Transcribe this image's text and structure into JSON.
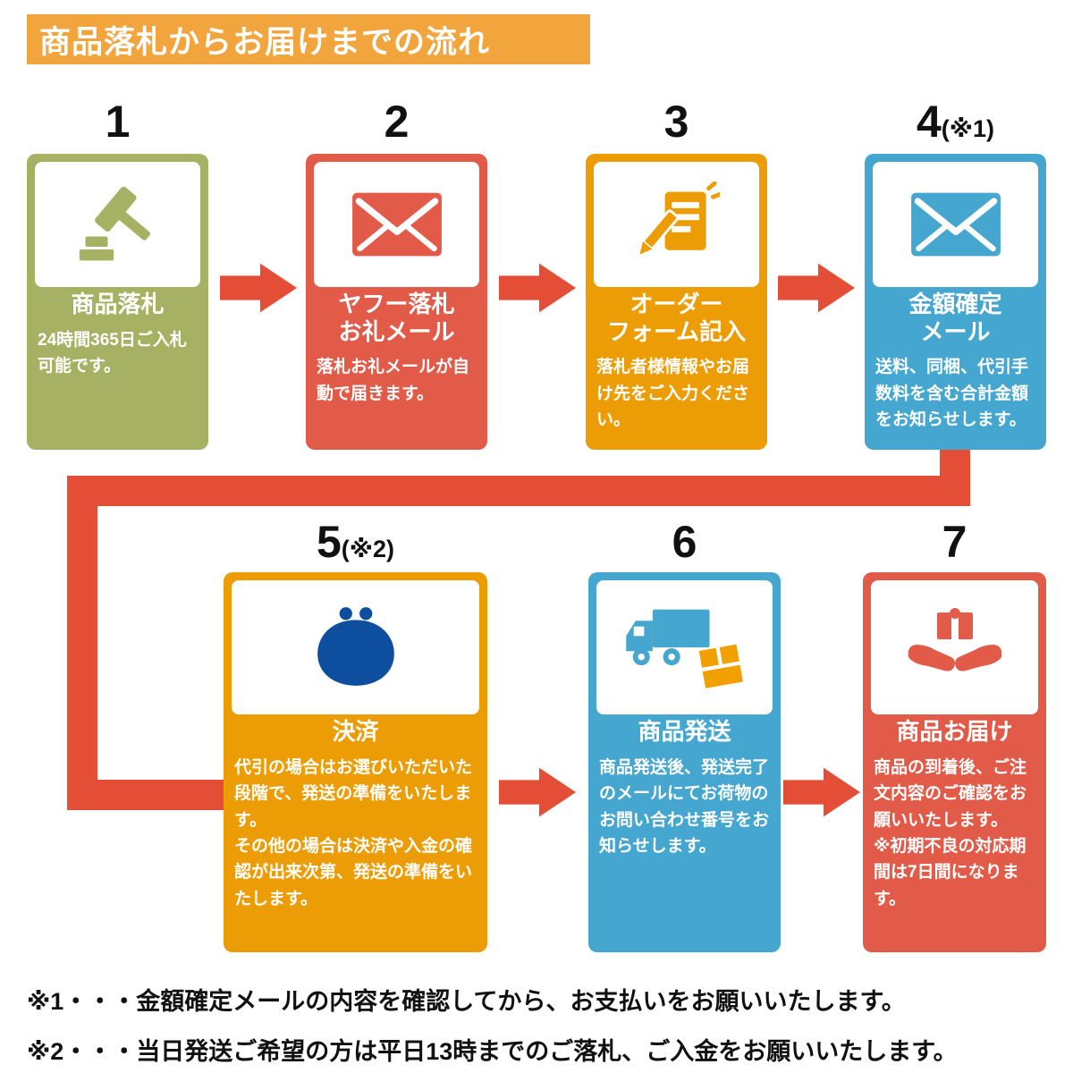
{
  "header": {
    "title": "商品落札からお届けまでの流れ"
  },
  "steps": [
    {
      "number": "1",
      "number_note": "",
      "label": "商品落札",
      "desc": "24時間365日ご入札可能です。",
      "icon": "gavel-icon",
      "color": "#A6B163"
    },
    {
      "number": "2",
      "number_note": "",
      "label": "ヤフー落札\nお礼メール",
      "desc": "落札お礼メールが自動で届きます。",
      "icon": "mail-icon",
      "color": "#E25B49"
    },
    {
      "number": "3",
      "number_note": "",
      "label": "オーダー\nフォーム記入",
      "desc": "落札者様情報やお届け先をご入力ください。",
      "icon": "order-form-icon",
      "color": "#EC9D05"
    },
    {
      "number": "4",
      "number_note": "(※1)",
      "label": "金額確定\nメール",
      "desc": "送料、同梱、代引手数料を含む合計金額をお知らせします。",
      "icon": "mail-icon",
      "color": "#45A7CF"
    },
    {
      "number": "5",
      "number_note": "(※2)",
      "label": "決済",
      "desc": "代引の場合はお選びいただいた段階で、発送の準備をいたします。\nその他の場合は決済や入金の確認が出来次第、発送の準備をいたします。",
      "icon": "coin-purse-icon",
      "color": "#EC9D05"
    },
    {
      "number": "6",
      "number_note": "",
      "label": "商品発送",
      "desc": "商品発送後、発送完了のメールにてお荷物のお問い合わせ番号をお知らせします。",
      "icon": "truck-box-icon",
      "color": "#45A7CF"
    },
    {
      "number": "7",
      "number_note": "",
      "label": "商品お届け",
      "desc": "商品の到着後、ご注文内容のご確認をお願いいたします。\n※初期不良の対応期間は7日間になります。",
      "icon": "hands-package-icon",
      "color": "#E25B49"
    }
  ],
  "notes": [
    "※1・・・金額確定メールの内容を確認してから、お支払いをお願いいたします。",
    "※2・・・当日発送ご希望の方は平日13時までのご落札、ご入金をお願いいたします。"
  ],
  "colors": {
    "header_bg": "#F2A53C",
    "olive": "#A6B163",
    "red": "#E25B49",
    "orange": "#EC9D05",
    "blue": "#45A7CF",
    "arrow_red": "#E44D36",
    "purse_blue": "#0D4E9E",
    "package_orange": "#F0A000",
    "number_text": "#111111"
  }
}
